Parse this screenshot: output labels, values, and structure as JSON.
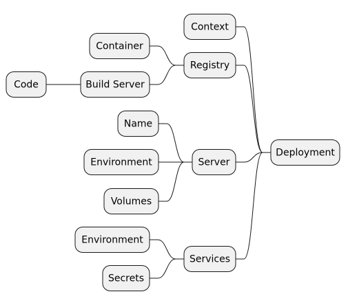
{
  "diagram": {
    "type": "mindmap",
    "root": {
      "id": "deployment",
      "label": "Deployment"
    },
    "nodes": [
      {
        "id": "context",
        "label": "Context",
        "parent": "deployment"
      },
      {
        "id": "registry",
        "label": "Registry",
        "parent": "deployment"
      },
      {
        "id": "container",
        "label": "Container",
        "parent": "registry"
      },
      {
        "id": "build-server",
        "label": "Build Server",
        "parent": "registry"
      },
      {
        "id": "code",
        "label": "Code",
        "parent": "build-server"
      },
      {
        "id": "server",
        "label": "Server",
        "parent": "deployment"
      },
      {
        "id": "name",
        "label": "Name",
        "parent": "server"
      },
      {
        "id": "server-environment",
        "label": "Environment",
        "parent": "server"
      },
      {
        "id": "volumes",
        "label": "Volumes",
        "parent": "server"
      },
      {
        "id": "services",
        "label": "Services",
        "parent": "deployment"
      },
      {
        "id": "services-environment",
        "label": "Environment",
        "parent": "services"
      },
      {
        "id": "secrets",
        "label": "Secrets",
        "parent": "services"
      }
    ]
  }
}
